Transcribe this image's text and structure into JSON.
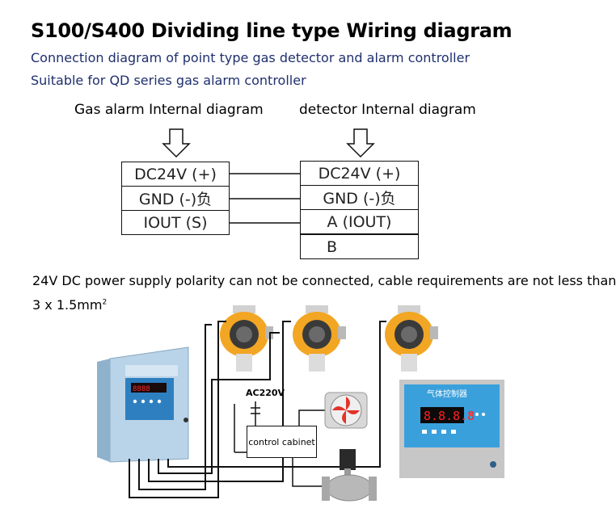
{
  "title": "S100/S400 Dividing line type Wiring diagram",
  "subtitle_1": "Connection diagram of point type gas detector and alarm controller",
  "subtitle_2": "Suitable for QD series gas alarm controller",
  "controller_header": "Gas alarm Internal diagram",
  "detector_header": "detector Internal diagram",
  "controller_terminals": [
    "DC24V (+)",
    "GND (-)负",
    "IOUT (S)"
  ],
  "detector_terminals": [
    "DC24V (+)",
    "GND (-)负",
    "A (IOUT)",
    "B"
  ],
  "note_line_1": "24V DC power supply polarity can not be connected, cable requirements are not less than",
  "note_line_2_main": "3 x 1.5mm",
  "note_line_2_sup": "2",
  "ac_label": "AC220V",
  "cabinet_label": "control cabinet",
  "controller_display": "8.8.8.8",
  "controller_brand": "气体控制器",
  "colors": {
    "subtitle": "#1f2f6e",
    "detector_body": "#f2a623",
    "controller_panel": "#3aa0dc",
    "display_red": "#ff2020"
  }
}
